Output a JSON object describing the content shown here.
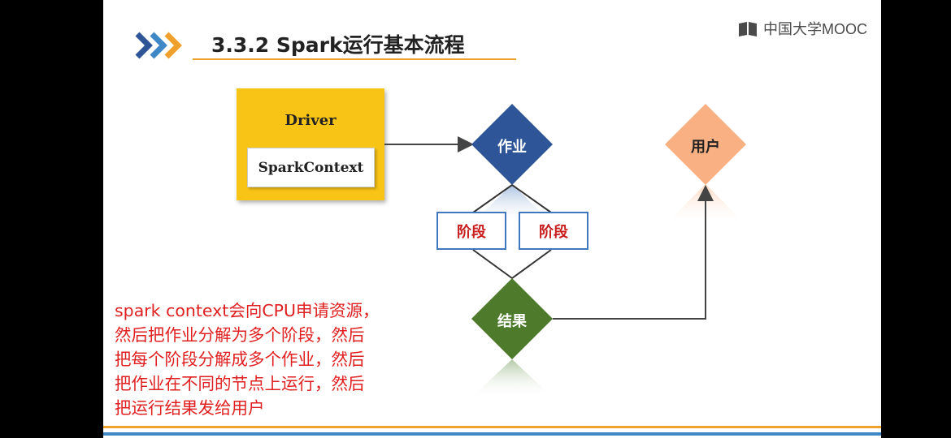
{
  "header": {
    "title": "3.3.2 Spark运行基本流程"
  },
  "logo": {
    "text": "中国大学MOOC"
  },
  "diagram": {
    "driver": {
      "label": "Driver",
      "context_label": "SparkContext"
    },
    "job": {
      "label": "作业"
    },
    "stages": [
      "阶段",
      "阶段"
    ],
    "result": {
      "label": "结果"
    },
    "user": {
      "label": "用户"
    }
  },
  "note": {
    "lines": [
      "spark context会向CPU申请资源，",
      "然后把作业分解为多个阶段，然后",
      "把每个阶段分解成多个作业，然后",
      "把作业在不同的节点上运行，然后",
      "把运行结果发给用户"
    ]
  },
  "colors": {
    "job": "#2e5597",
    "result": "#4e7a2c",
    "user": "#f9b183",
    "driver": "#f8c416",
    "accent": "#f0a02c",
    "note": "#e02020"
  }
}
